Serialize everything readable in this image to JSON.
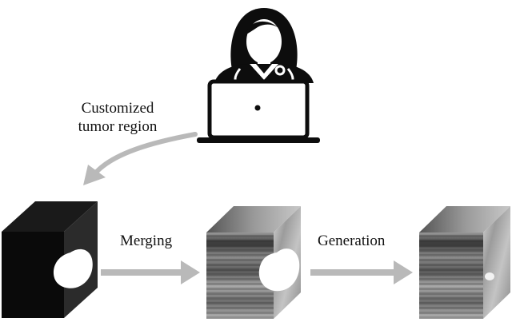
{
  "diagram": {
    "annotation": {
      "line1": "Customized",
      "line2": "tumor region"
    },
    "steps": {
      "merging": "Merging",
      "generation": "Generation"
    },
    "icons": {
      "user": "doctor-with-laptop-icon",
      "mask": "tumor-mask-cube",
      "merged": "merged-ct-volume-cube",
      "generated": "generated-ct-volume-cube"
    },
    "colors": {
      "arrow": "#b9b9b9",
      "ink": "#0d0d0d",
      "mask_face": "#0a0a0a",
      "mask_side": "#2b2b2b",
      "tumor": "#ffffff"
    }
  }
}
